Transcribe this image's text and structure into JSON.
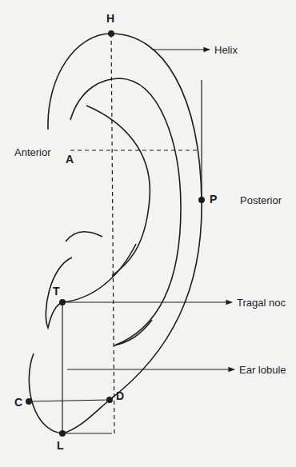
{
  "diagram": {
    "labels": [
      "H",
      "Helix",
      "Anterior",
      "A",
      "P",
      "Posterior",
      "T",
      "Tragal noc",
      "Ear lobule",
      "C",
      "D",
      "L"
    ]
  }
}
